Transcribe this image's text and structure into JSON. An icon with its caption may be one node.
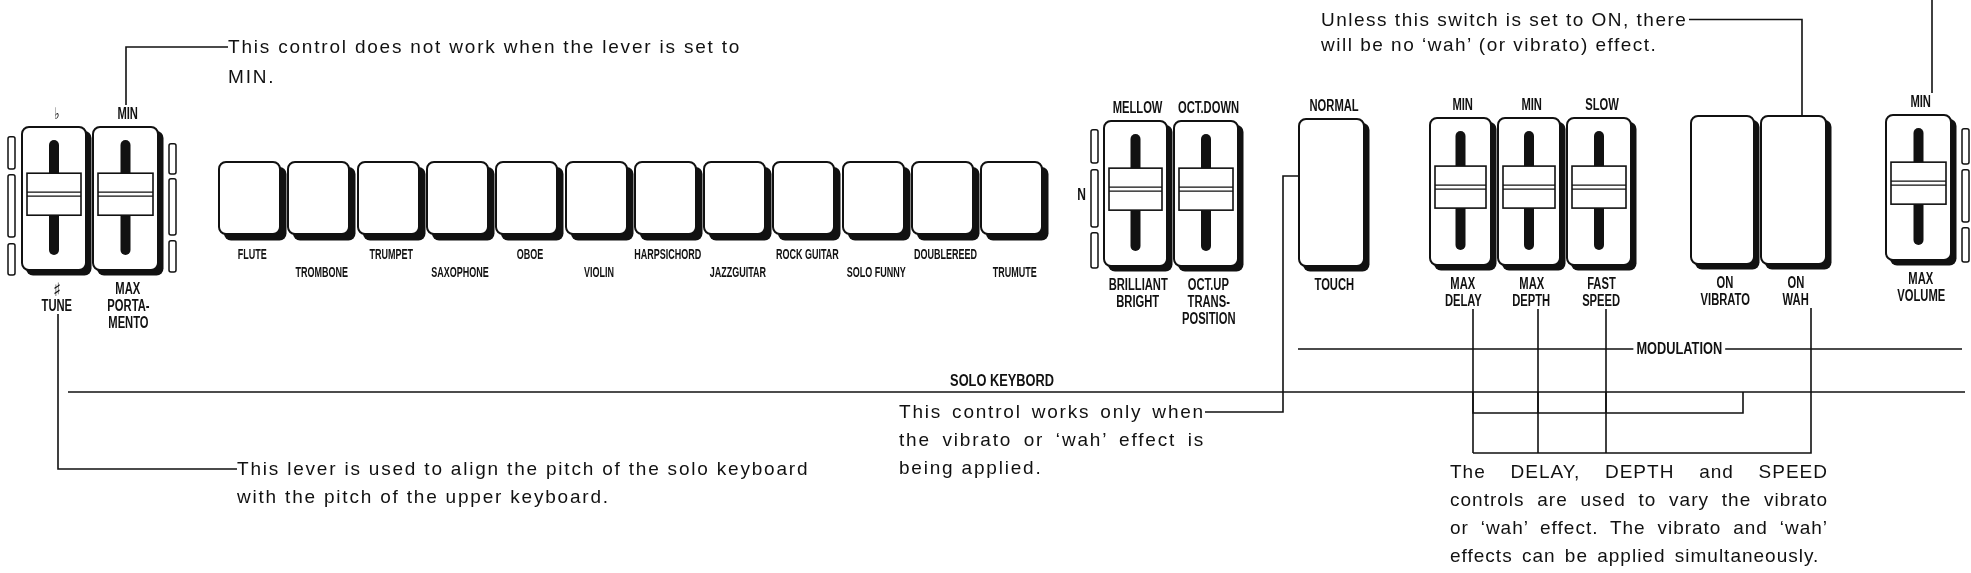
{
  "diagram": {
    "nodes": [
      {
        "text": [
          "This control does not work when the lever is set to MIN."
        ]
      },
      {
        "text": [
          "Unless this switch is set to ON, there will be no ‘wah’ (or vibrato) effect."
        ]
      },
      {
        "text": [
          "♭",
          "♯",
          "TUNE"
        ]
      },
      {
        "text": [
          "MIN",
          "MAX",
          "PORTA- MENTO"
        ]
      },
      {
        "text": [
          "FLUTE"
        ]
      },
      {
        "text": [
          "TROMBONE"
        ]
      },
      {
        "text": [
          "TRUMPET"
        ]
      },
      {
        "text": [
          "SAXOPHONE"
        ]
      },
      {
        "text": [
          "OBOE"
        ]
      },
      {
        "text": [
          "VIOLIN"
        ]
      },
      {
        "text": [
          "HARPSICHORD"
        ]
      },
      {
        "text": [
          "JAZZGUITAR"
        ]
      },
      {
        "text": [
          "ROCK GUITAR"
        ]
      },
      {
        "text": [
          "SOLO FUNNY"
        ]
      },
      {
        "text": [
          "DOUBLEREED"
        ]
      },
      {
        "text": [
          "TRUMUTE"
        ]
      },
      {
        "text": [
          "MELLOW",
          "BRILLIANT",
          "BRIGHT"
        ]
      },
      {
        "text": [
          "OCT.DOWN",
          "OCT.UP",
          "TRANS- POSITION"
        ]
      },
      {
        "text": [
          "NORMAL",
          "TOUCH"
        ]
      },
      {
        "text": [
          "MIN",
          "MAX",
          "DELAY"
        ]
      },
      {
        "text": [
          "MIN",
          "MAX",
          "DEPTH"
        ]
      },
      {
        "text": [
          "SLOW",
          "FAST",
          "SPEED"
        ]
      },
      {
        "text": [
          "ON",
          "VIBRATO"
        ]
      },
      {
        "text": [
          "ON",
          "WAH"
        ]
      },
      {
        "text": [
          "MIN",
          "MAX",
          "VOLUME"
        ]
      },
      {
        "text": [
          "This lever is used to align the pitch of the solo keyboard with the pitch of the upper keyboard."
        ]
      },
      {
        "text": [
          "This control works only when the vibrato or ‘wah’ effect is being applied."
        ]
      },
      {
        "text": [
          "The DELAY, DEPTH and SPEED controls are used to vary the vibrato or ‘wah’ effect. The vibrato and ‘wah’ effects can be applied simultaneously."
        ]
      }
    ],
    "edges": [
      {
        "from": 0,
        "to": 3,
        "arrow": "none"
      },
      {
        "from": 1,
        "to": 23,
        "arrow": "none"
      },
      {
        "from": null,
        "to": 24,
        "arrow": "none"
      },
      {
        "from": 25,
        "to": 2,
        "arrow": "none"
      },
      {
        "from": 26,
        "to": 18,
        "arrow": "none"
      },
      {
        "from": 27,
        "to": 19,
        "arrow": "none"
      },
      {
        "from": 27,
        "to": 20,
        "arrow": "none"
      },
      {
        "from": 27,
        "to": 21,
        "arrow": "none"
      },
      {
        "from": 27,
        "to": 23,
        "arrow": "none"
      }
    ],
    "labels": [
      "N",
      "MODULATION",
      "SOLO KEYBORD"
    ]
  }
}
